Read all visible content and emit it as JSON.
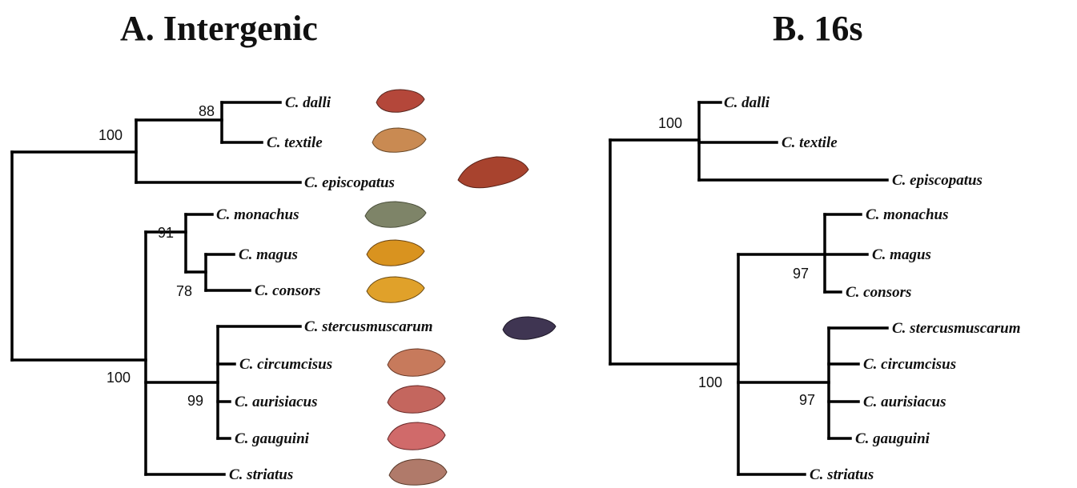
{
  "panels": {
    "a": {
      "title": "A. Intergenic",
      "taxa": {
        "dalli": "C. dalli",
        "textile": "C. textile",
        "episcopatus": "C. episcopatus",
        "monachus": "C. monachus",
        "magus": "C. magus",
        "consors": "C. consors",
        "stercusmuscarum": "C. stercusmuscarum",
        "circumcisus": "C. circumcisus",
        "aurisiacus": "C. aurisiacus",
        "gauguini": "C. gauguini",
        "striatus": "C. striatus"
      },
      "support": {
        "dalli_textile": "88",
        "top_clade": "100",
        "monachus_clade": "91",
        "magus_consors": "78",
        "lower_clade": "100",
        "stercus_clade": "99"
      },
      "shell_colors": {
        "dalli": "#b4473a",
        "textile": "#c98a52",
        "episcopatus": "#a8432e",
        "monachus": "#7e8468",
        "magus": "#d9931f",
        "consors": "#e0a12a",
        "stercusmuscarum": "#3f3552",
        "circumcisus": "#c77a5c",
        "aurisiacus": "#c4665e",
        "gauguini": "#d06a6a",
        "striatus": "#b07a6a"
      }
    },
    "b": {
      "title": "B. 16s",
      "taxa": {
        "dalli": "C. dalli",
        "textile": "C. textile",
        "episcopatus": "C. episcopatus",
        "monachus": "C. monachus",
        "magus": "C. magus",
        "consors": "C. consors",
        "stercusmuscarum": "C. stercusmuscarum",
        "circumcisus": "C. circumcisus",
        "aurisiacus": "C. aurisiacus",
        "gauguini": "C. gauguini",
        "striatus": "C. striatus"
      },
      "support": {
        "top_clade": "100",
        "monachus_clade": "97",
        "lower_clade": "100",
        "stercus_clade": "97"
      }
    }
  }
}
